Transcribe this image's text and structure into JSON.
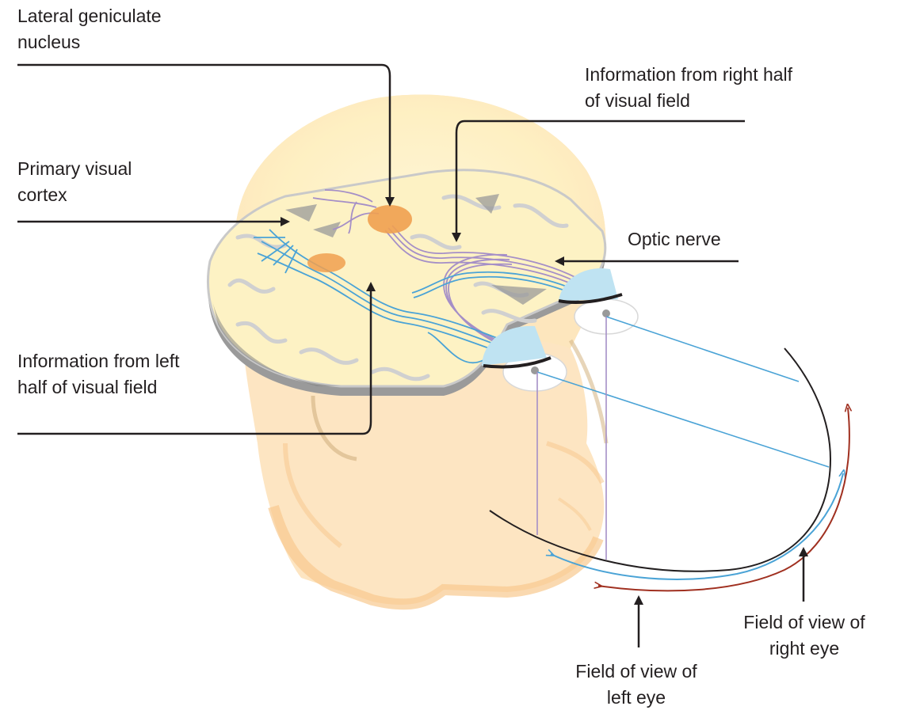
{
  "labels": {
    "lgn": [
      "Lateral geniculate",
      "nucleus"
    ],
    "right_half": [
      "Information from right half",
      "of visual field"
    ],
    "primary_cortex": [
      "Primary visual",
      "cortex"
    ],
    "optic_nerve": [
      "Optic nerve"
    ],
    "left_half": [
      "Information from left",
      "half of visual field"
    ],
    "fov_right": [
      "Field of view of",
      "right eye"
    ],
    "fov_left": [
      "Field of view of",
      "left eye"
    ]
  },
  "colors": {
    "head_fill": "#fde5c2",
    "head_shadow": "#f8c98f",
    "skull_glow": "#fef1c4",
    "brain_fill": "#fdf2c4",
    "brain_gray": "#8a8a8a",
    "eye_blue": "#bfe3f2",
    "left_pathway": "#4aa3d6",
    "right_pathway": "#a58fc7",
    "lgn_orange": "#f0a050",
    "left_arrow_red": "#a03020",
    "leader_line": "#231f20"
  }
}
